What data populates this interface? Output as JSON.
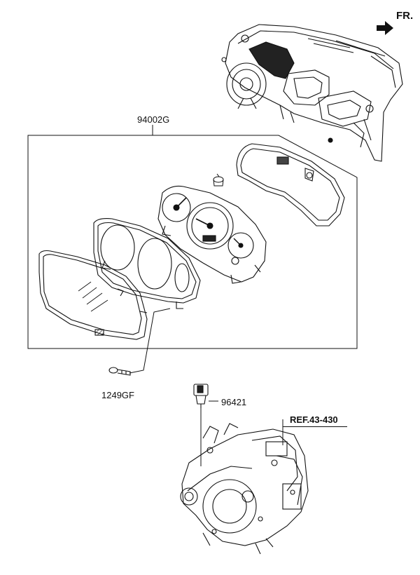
{
  "orientation": {
    "label": "FR.",
    "icon": "direction-arrow-icon"
  },
  "parts": {
    "cluster_assembly": {
      "code": "94002G"
    },
    "screw": {
      "code": "1249GF"
    },
    "speed_sensor": {
      "code": "96421"
    }
  },
  "reference": {
    "label": "REF.43-430"
  }
}
